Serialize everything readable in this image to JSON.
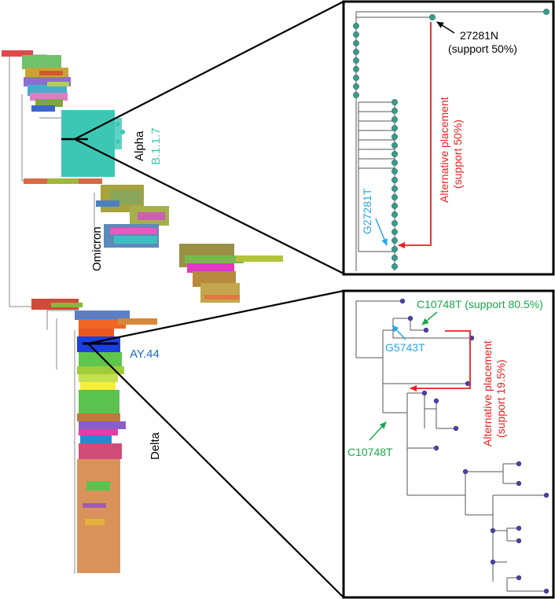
{
  "main_tree": {
    "clade_labels": {
      "alpha": "Alpha",
      "alpha_lineage": "B.1.1.7",
      "omicron": "Omicron",
      "delta_lineage": "AY.44",
      "delta": "Delta"
    }
  },
  "inset_top": {
    "node_label": "27281N",
    "node_support": "(support 50%)",
    "mutation_label": "G27281T",
    "alt_label_line1": "Alternative placement",
    "alt_label_line2": "(support 50%)"
  },
  "inset_bottom": {
    "mutation_top": "C10748T (support 80.5%)",
    "mutation_mid": "G5743T",
    "mutation_low": "C10748T",
    "alt_label_line1": "Alternative placement",
    "alt_label_line2": "(support 19.5%)"
  },
  "colors": {
    "alpha": "#3cc7b5",
    "ay44": "#1b3fe0",
    "delta_orange": "#d9935a",
    "black_arrow": "#000000",
    "red_arrow": "#e8211f",
    "blue_label": "#29a5e3",
    "green_label": "#1aa84a",
    "top_node": "#3a9b8c",
    "bottom_node": "#4a43a8"
  }
}
